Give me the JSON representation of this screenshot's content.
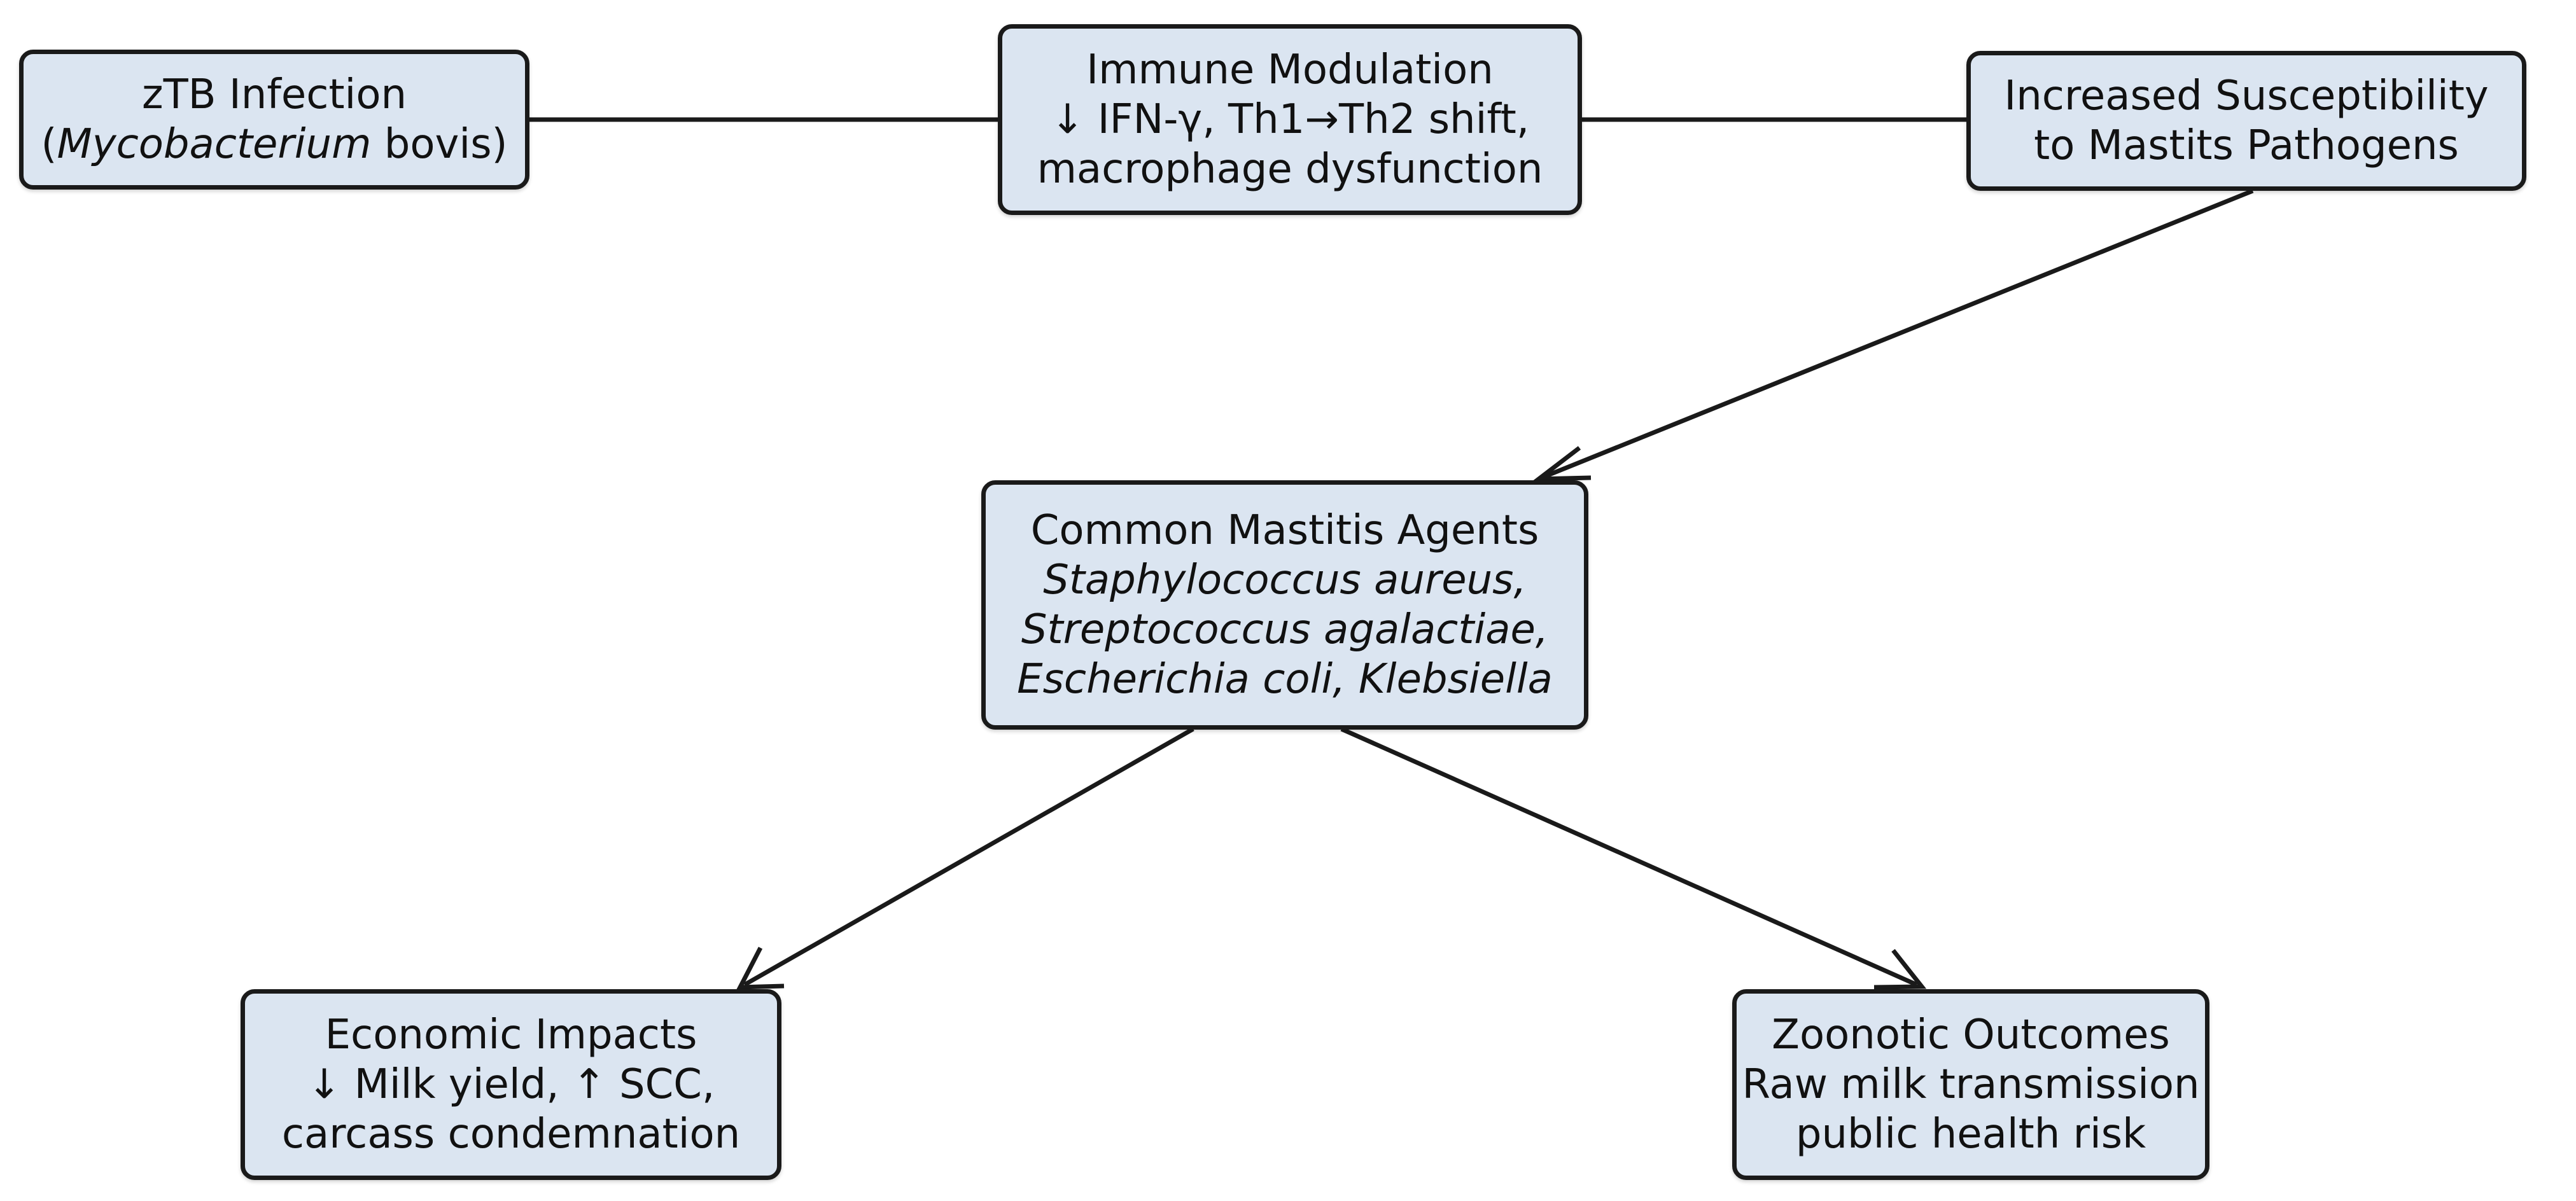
{
  "nodes": {
    "ztb": {
      "title": "zTB Infection",
      "open_paren": "(",
      "genus": "Mycobacterium",
      "species_close": " bovis)"
    },
    "immune": {
      "title": "Immune Modulation",
      "line1": "↓ IFN-γ, Th1→Th2 shift,",
      "line2": "macrophage dysfunction"
    },
    "susceptibility": {
      "line1": "Increased Susceptibility",
      "line2": "to Mastits Pathogens"
    },
    "agents": {
      "title": "Common Mastitis Agents",
      "line1": "Staphylococcus aureus,",
      "line2": "Streptococcus agalactiae,",
      "line3": "Escherichia coli, Klebsiella"
    },
    "economic": {
      "title": "Economic Impacts",
      "line1": "↓ Milk yield, ↑ SCC,",
      "line2": "carcass condemnation"
    },
    "zoonotic": {
      "title": "Zoonotic Outcomes",
      "line1": "Raw milk transmission",
      "line2": "public health risk"
    }
  },
  "edges": [
    {
      "from": "ztb",
      "to": "immune",
      "style": "line"
    },
    {
      "from": "immune",
      "to": "susceptibility",
      "style": "line"
    },
    {
      "from": "susceptibility",
      "to": "agents",
      "style": "arrow"
    },
    {
      "from": "agents",
      "to": "economic",
      "style": "arrow"
    },
    {
      "from": "agents",
      "to": "zoonotic",
      "style": "arrow"
    }
  ],
  "colors": {
    "box_fill": "#dbe5f1",
    "box_border": "#1a1a1a",
    "connector": "#1a1a1a"
  }
}
